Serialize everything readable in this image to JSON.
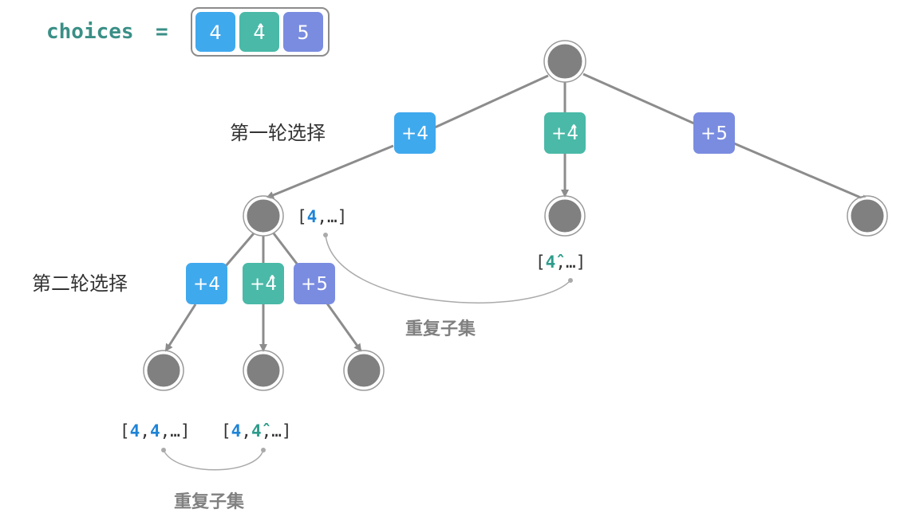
{
  "header": {
    "label": "choices",
    "equals": "=",
    "items": [
      {
        "text": "4",
        "color": "#3fa9ee"
      },
      {
        "text": "4̂",
        "color": "#4ab9a8"
      },
      {
        "text": "5",
        "color": "#7a8ce0"
      }
    ]
  },
  "labels": {
    "round1": "第一轮选择",
    "round2": "第二轮选择",
    "dup1": "重复子集",
    "dup2": "重复子集"
  },
  "round1_choices": [
    {
      "text": "+4",
      "color": "#3fa9ee"
    },
    {
      "text": "+4̂",
      "color": "#4ab9a8"
    },
    {
      "text": "+5",
      "color": "#7a8ce0"
    }
  ],
  "round2_choices": [
    {
      "text": "+4",
      "color": "#3fa9ee"
    },
    {
      "text": "+4̂",
      "color": "#4ab9a8"
    },
    {
      "text": "+5",
      "color": "#7a8ce0"
    }
  ],
  "subsets": {
    "a_open": "[",
    "a_v1": "4",
    "a_rest": ",…]",
    "b_open": "[",
    "b_v1": "4̂",
    "b_rest": ",…]",
    "c_open": "[",
    "c_v1": "4",
    "c_sep": ",",
    "c_v2": "4",
    "c_rest": ",…]",
    "d_open": "[",
    "d_v1": "4",
    "d_sep": ",",
    "d_v2": "4̂",
    "d_rest": ",…]"
  },
  "colors": {
    "node": "#808080",
    "edge": "#8c8c8c",
    "blue_text": "#1f84d6",
    "teal_text": "#2e9c8c",
    "label_gray": "#808080",
    "header_text": "#3a8f86"
  }
}
